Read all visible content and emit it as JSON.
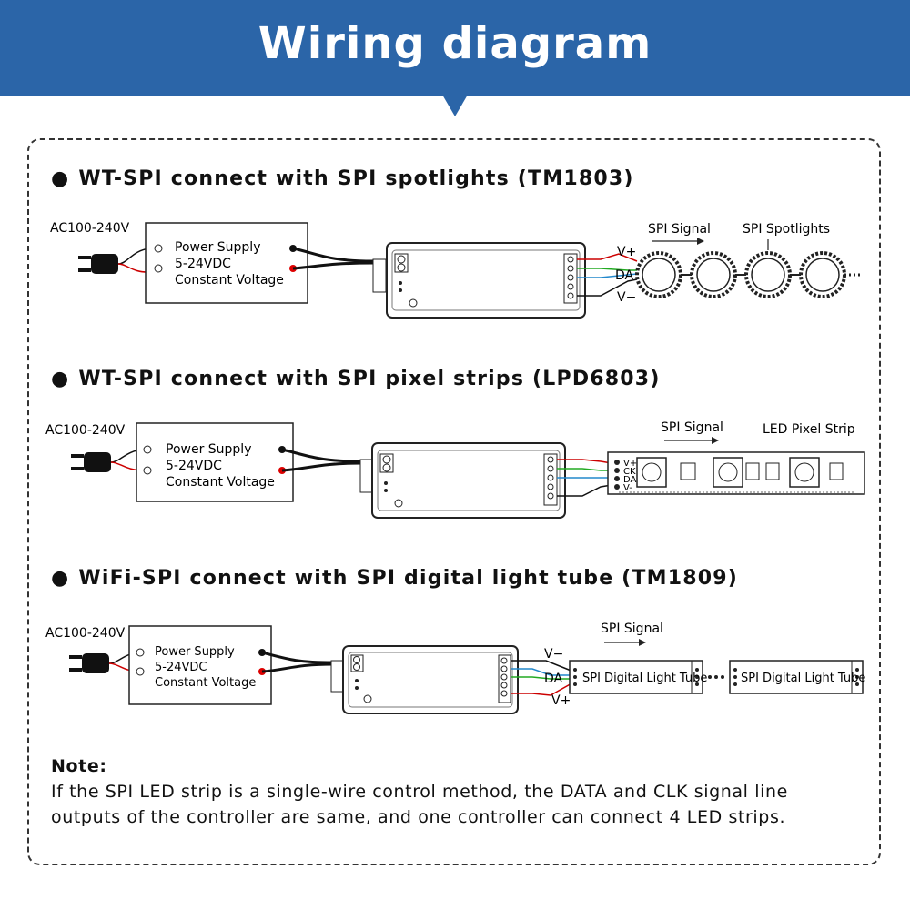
{
  "header": {
    "title": "Wiring diagram"
  },
  "sections": [
    {
      "heading": "WT-SPI connect with SPI spotlights (TM1803)",
      "ac_label": "AC100-240V",
      "psu_lines": [
        "Power Supply",
        "5-24VDC",
        "Constant Voltage"
      ],
      "signal_label": "SPI Signal",
      "load_label": "SPI Spotlights",
      "wire_labels": [
        "V+",
        "DA",
        "V−"
      ]
    },
    {
      "heading": "WT-SPI connect with SPI pixel strips (LPD6803)",
      "ac_label": "AC100-240V",
      "psu_lines": [
        "Power Supply",
        "5-24VDC",
        "Constant Voltage"
      ],
      "signal_label": "SPI Signal",
      "load_label": "LED Pixel Strip",
      "wire_labels": [
        "V+",
        "CK",
        "DA",
        "V-"
      ]
    },
    {
      "heading": "WiFi-SPI connect with SPI digital light tube (TM1809)",
      "ac_label": "AC100-240V",
      "psu_lines": [
        "Power Supply",
        "5-24VDC",
        "Constant Voltage"
      ],
      "signal_label": "SPI Signal",
      "load_label": "SPI Digital Light Tube",
      "wire_labels": [
        "V−",
        "DA",
        "V+"
      ]
    }
  ],
  "note": {
    "title": "Note:",
    "lines": [
      "If the SPI LED strip is a single-wire control method, the DATA and CLK signal line",
      "outputs of the controller are same, and one controller can connect 4 LED strips."
    ]
  }
}
